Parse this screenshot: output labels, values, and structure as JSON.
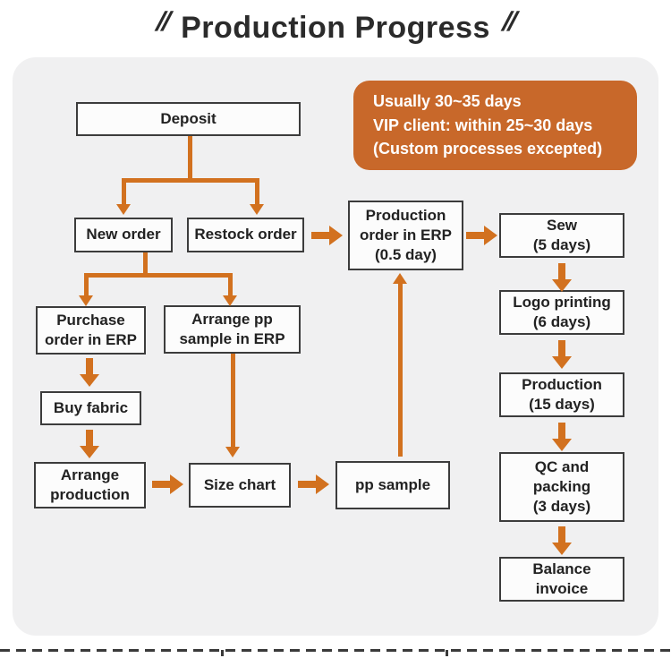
{
  "title": {
    "text": "Production Progress",
    "quote_left": "//",
    "quote_right": "//"
  },
  "info_box": {
    "line1": "Usually 30~35 days",
    "line2": "VIP client: within 25~30 days",
    "line3": "(Custom processes excepted)"
  },
  "nodes": {
    "deposit": {
      "label": "Deposit"
    },
    "new_order": {
      "label": "New order"
    },
    "restock_order": {
      "label": "Restock order"
    },
    "purchase_order": {
      "label": "Purchase\norder in ERP"
    },
    "arrange_pp_sample": {
      "label": "Arrange pp\nsample in ERP"
    },
    "buy_fabric": {
      "label": "Buy fabric"
    },
    "arrange_production": {
      "label": "Arrange\nproduction"
    },
    "size_chart": {
      "label": "Size chart"
    },
    "pp_sample": {
      "label": "pp sample"
    },
    "production_order": {
      "label": "Production\norder in ERP\n(0.5 day)"
    },
    "sew": {
      "label": "Sew\n(5 days)"
    },
    "logo_printing": {
      "label": "Logo printing\n(6 days)"
    },
    "production": {
      "label": "Production\n(15 days)"
    },
    "qc_packing": {
      "label": "QC and\npacking\n(3 days)"
    },
    "balance_invoice": {
      "label": "Balance\ninvoice"
    }
  },
  "edges": [
    {
      "from": "deposit",
      "to": "new_order"
    },
    {
      "from": "deposit",
      "to": "restock_order"
    },
    {
      "from": "new_order",
      "to": "purchase_order"
    },
    {
      "from": "new_order",
      "to": "arrange_pp_sample"
    },
    {
      "from": "purchase_order",
      "to": "buy_fabric"
    },
    {
      "from": "buy_fabric",
      "to": "arrange_production"
    },
    {
      "from": "arrange_production",
      "to": "size_chart"
    },
    {
      "from": "arrange_pp_sample",
      "to": "size_chart"
    },
    {
      "from": "size_chart",
      "to": "pp_sample"
    },
    {
      "from": "pp_sample",
      "to": "production_order"
    },
    {
      "from": "restock_order",
      "to": "production_order"
    },
    {
      "from": "production_order",
      "to": "sew"
    },
    {
      "from": "sew",
      "to": "logo_printing"
    },
    {
      "from": "logo_printing",
      "to": "production"
    },
    {
      "from": "production",
      "to": "qc_packing"
    },
    {
      "from": "qc_packing",
      "to": "balance_invoice"
    }
  ],
  "colors": {
    "arrow": "#d2711f",
    "info_box_bg": "#c8682a",
    "panel_bg": "#f0f0f1",
    "title_ink": "#2b2b2b",
    "box_border": "#3c3c3c"
  }
}
